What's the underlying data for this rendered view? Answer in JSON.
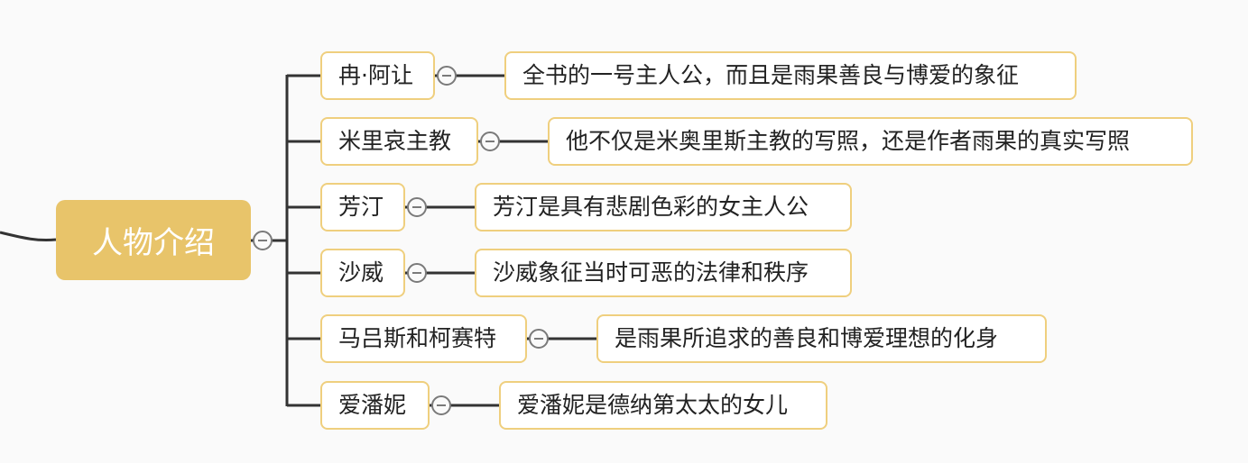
{
  "root": {
    "label": "人物介绍"
  },
  "branches": [
    {
      "name": "冉·阿让",
      "description": "全书的一号主人公，而且是雨果善良与博爱的象征"
    },
    {
      "name": "米里哀主教",
      "description": "他不仅是米奥里斯主教的写照，还是作者雨果的真实写照"
    },
    {
      "name": "芳汀",
      "description": "芳汀是具有悲剧色彩的女主人公"
    },
    {
      "name": "沙威",
      "description": "沙威象征当时可恶的法律和秩序"
    },
    {
      "name": "马吕斯和柯赛特",
      "description": "是雨果所追求的善良和博爱理想的化身"
    },
    {
      "name": "爱潘妮",
      "description": "爱潘妮是德纳第太太的女儿"
    }
  ],
  "colors": {
    "root_fill": "#e8c46a",
    "node_border": "#efcf7e",
    "connector": "#333333",
    "collapse_icon": "#7a7a7a"
  }
}
